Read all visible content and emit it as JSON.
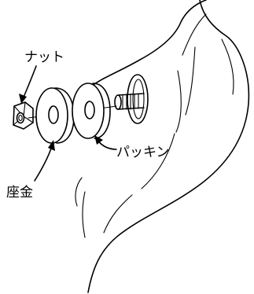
{
  "labels": {
    "nut": "ナット",
    "washer": "座金",
    "packing": "パッキン"
  },
  "colors": {
    "ink": "#000000",
    "background": "#ffffff"
  }
}
